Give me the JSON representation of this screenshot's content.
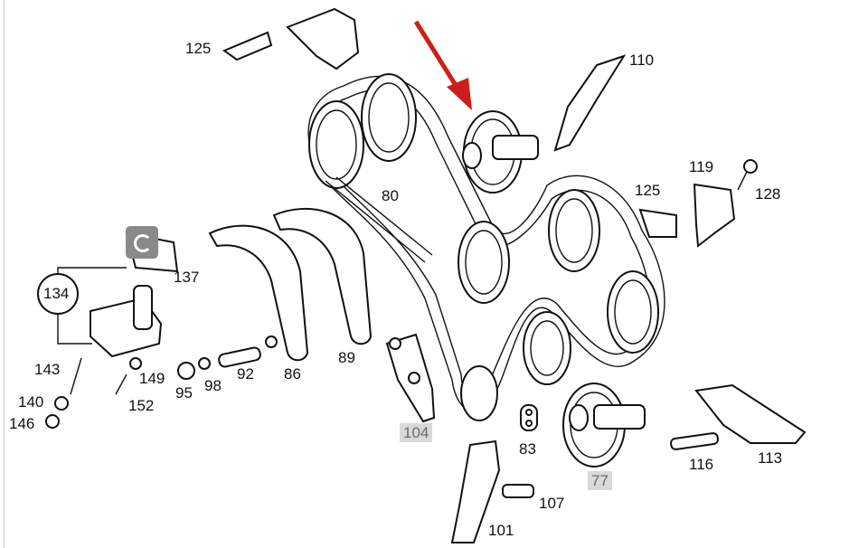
{
  "labels": {
    "p77": "77",
    "p80": "80",
    "p83": "83",
    "p86": "86",
    "p89": "89",
    "p92": "92",
    "p95": "95",
    "p98": "98",
    "p101": "101",
    "p104": "104",
    "p107": "107",
    "p110": "110",
    "p113": "113",
    "p116": "116",
    "p119": "119",
    "p125a": "125",
    "p125b": "125",
    "p128": "128",
    "p134": "134",
    "p137": "137",
    "p140": "140",
    "p143": "143",
    "p146": "146",
    "p149": "149",
    "p152": "152"
  },
  "highlighted": [
    "104",
    "77"
  ],
  "colors": {
    "arrow": "#cc1f1a",
    "line": "#111111",
    "highlight": "#d9d9d9",
    "marker": "#8a8a8a"
  }
}
